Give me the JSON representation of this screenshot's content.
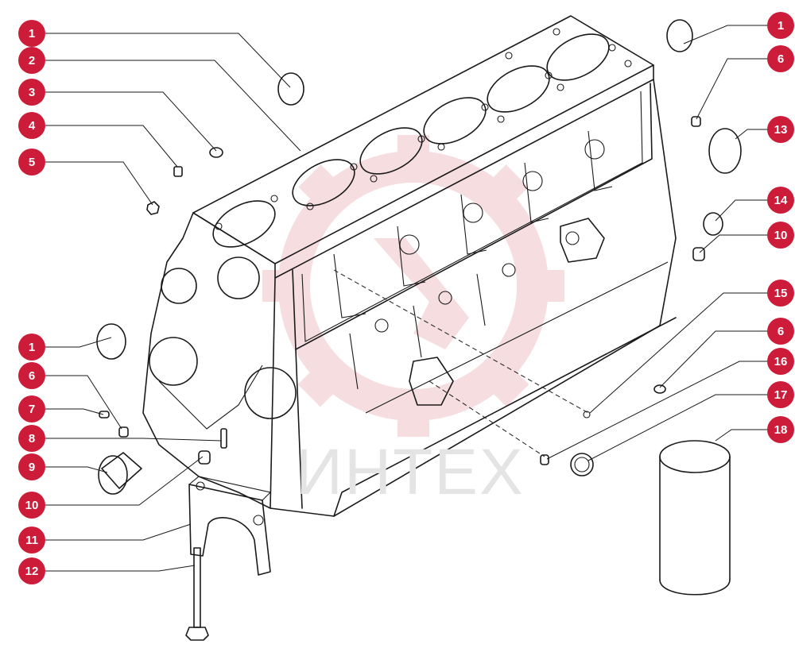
{
  "watermark": {
    "text": "ИНТЕХ",
    "logo": "gear-wrench-logo",
    "logo_color": "#e8b4b8"
  },
  "callout_color": "#cc1c3a",
  "callouts": [
    {
      "id": "c-1a",
      "number": "1"
    },
    {
      "id": "c-2",
      "number": "2"
    },
    {
      "id": "c-3",
      "number": "3"
    },
    {
      "id": "c-4",
      "number": "4"
    },
    {
      "id": "c-5",
      "number": "5"
    },
    {
      "id": "c-1b",
      "number": "1"
    },
    {
      "id": "c-6a",
      "number": "6"
    },
    {
      "id": "c-7",
      "number": "7"
    },
    {
      "id": "c-8",
      "number": "8"
    },
    {
      "id": "c-9",
      "number": "9"
    },
    {
      "id": "c-10a",
      "number": "10"
    },
    {
      "id": "c-11",
      "number": "11"
    },
    {
      "id": "c-12",
      "number": "12"
    },
    {
      "id": "c-1c",
      "number": "1"
    },
    {
      "id": "c-6b",
      "number": "6"
    },
    {
      "id": "c-13",
      "number": "13"
    },
    {
      "id": "c-14",
      "number": "14"
    },
    {
      "id": "c-10b",
      "number": "10"
    },
    {
      "id": "c-15",
      "number": "15"
    },
    {
      "id": "c-6c",
      "number": "6"
    },
    {
      "id": "c-16",
      "number": "16"
    },
    {
      "id": "c-17",
      "number": "17"
    },
    {
      "id": "c-18",
      "number": "18"
    }
  ]
}
